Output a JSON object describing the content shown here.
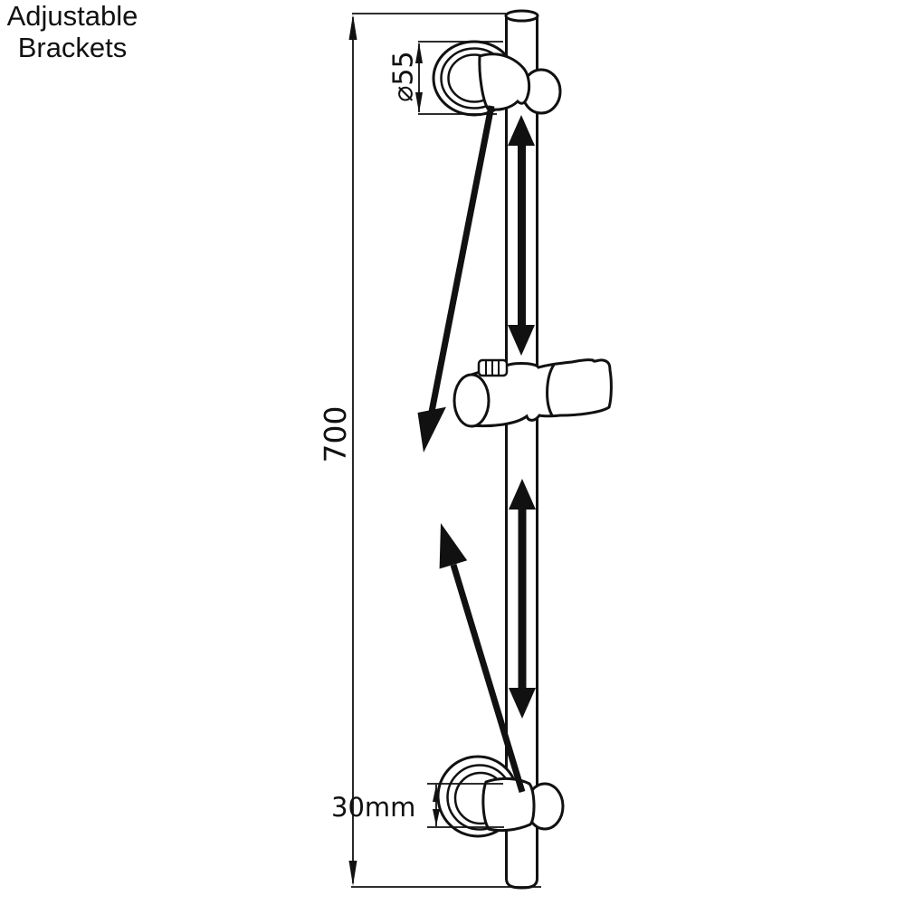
{
  "colors": {
    "background": "#ffffff",
    "line": "#111111",
    "text": "#111111"
  },
  "labels": {
    "adjustable_brackets_line1": "Adjustable",
    "adjustable_brackets_line2": "Brackets"
  },
  "dimensions": {
    "rail_length": "700",
    "flange_diameter": "⌀55",
    "bottom_bracket": "30mm"
  }
}
